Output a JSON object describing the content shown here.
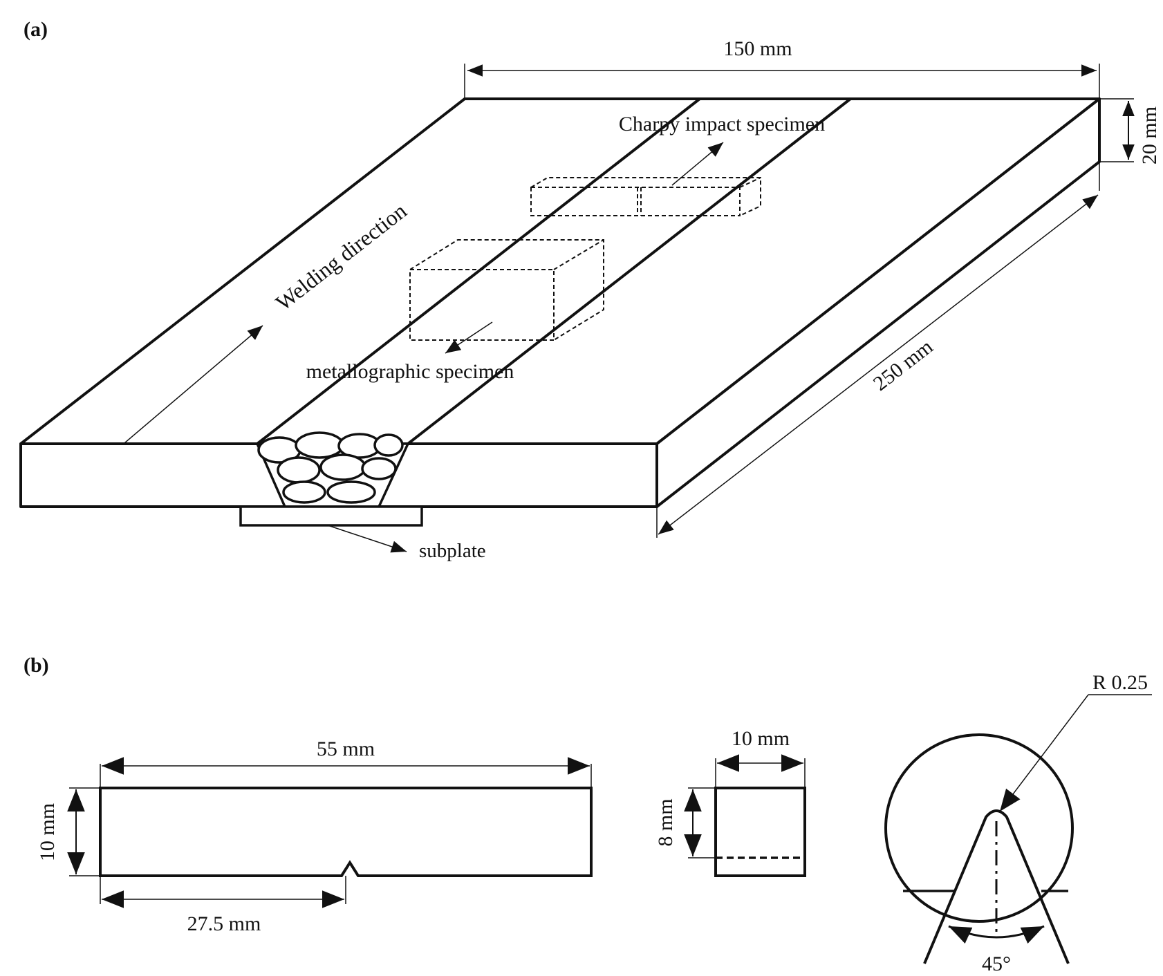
{
  "panel_a": {
    "label": "(a)",
    "dim_width": "150 mm",
    "dim_thickness": "20 mm",
    "dim_length": "250 mm",
    "welding_direction": "Welding direction",
    "charpy_label": "Charpy impact specimen",
    "metallographic_label": "metallographic specimen",
    "subplate_label": "subplate"
  },
  "panel_b": {
    "label": "(b)",
    "specimen_length": "55 mm",
    "specimen_height": "10 mm",
    "notch_position": "27.5 mm",
    "section_width": "10 mm",
    "section_height": "8 mm",
    "notch_radius": "R 0.25",
    "notch_angle": "45°"
  },
  "colors": {
    "line": "#111111",
    "background": "#ffffff"
  }
}
